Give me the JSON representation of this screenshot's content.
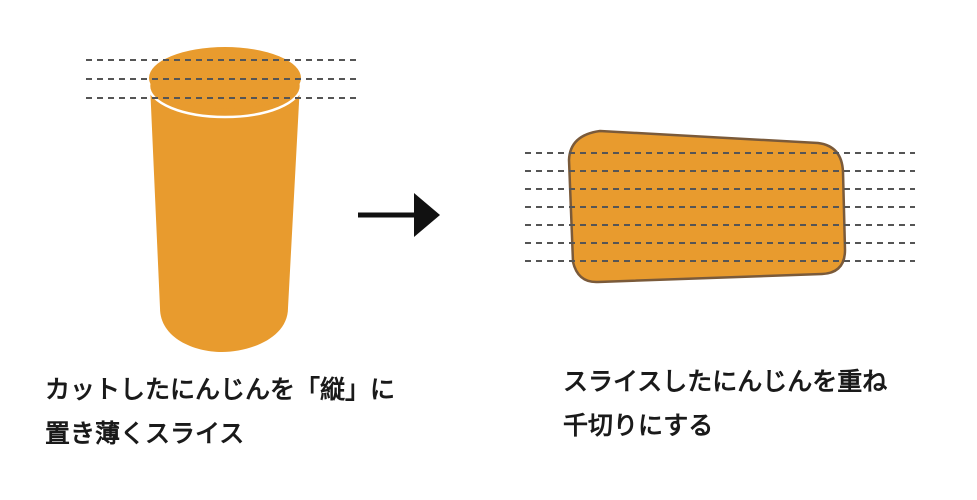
{
  "colors": {
    "carrot_fill": "#E89B2E",
    "slice_outline": "#7A5A3A",
    "cut_line": "#555555",
    "arrow": "#111111",
    "text": "#1a1a1a"
  },
  "steps": [
    {
      "caption_line1": "カットしたにんじんを「縦」に",
      "caption_line2": "置き薄くスライス"
    },
    {
      "caption_line1": "スライスしたにんじんを重ね",
      "caption_line2": "千切りにする"
    }
  ],
  "icons": {
    "arrow": "right-arrow-icon"
  }
}
